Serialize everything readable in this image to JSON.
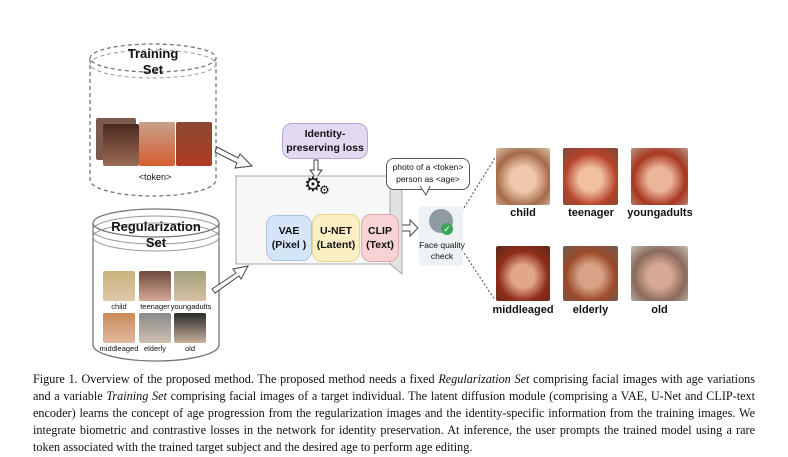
{
  "training_set": {
    "title_line1": "Training",
    "title_line2": "Set",
    "token_label": "<token>"
  },
  "regularization_set": {
    "title_line1": "Regularization",
    "title_line2": "Set",
    "age_labels": [
      "child",
      "teenager",
      "youngadults",
      "middleaged",
      "elderly",
      "old"
    ]
  },
  "losses": {
    "label_line1": "Identity-",
    "label_line2": "preserving loss"
  },
  "modules": {
    "vae": {
      "line1": "VAE",
      "line2": "(Pixel )"
    },
    "unet": {
      "line1": "U-NET",
      "line2": "(Latent)"
    },
    "clip": {
      "line1": "CLIP",
      "line2": "(Text)"
    }
  },
  "prompt_bubble": {
    "line1": "photo of a <token>",
    "line2": "person as <age>"
  },
  "face_check": {
    "line1": "Face quality",
    "line2": "check"
  },
  "outputs": {
    "labels": [
      "child",
      "teenager",
      "youngadults",
      "middleaged",
      "elderly",
      "old"
    ]
  },
  "caption": {
    "fig": "Figure 1.",
    "t1": "Overview of the proposed method.  The proposed method needs a fixed ",
    "i1": "Regularization Set",
    "t2": " comprising facial images with age variations and a variable ",
    "i2": "Training Set",
    "t3": " comprising facial images of a target individual.  The latent diffusion module (comprising a VAE, U-Net and CLIP-text encoder) learns the concept of age progression from the regularization images and the identity-specific information from the training images.  We integrate biometric and contrastive losses in the network for identity preservation.  At inference, the user prompts the trained model using a rare token associated with the trained target subject and the desired age to perform age editing."
  },
  "colors": {
    "vae": "#d6e4f7",
    "unet": "#fbefc3",
    "clip": "#f7d3d3",
    "loss": "#e3d9f1",
    "hair_red": "#b5432a",
    "skin": "#e8b49a"
  }
}
